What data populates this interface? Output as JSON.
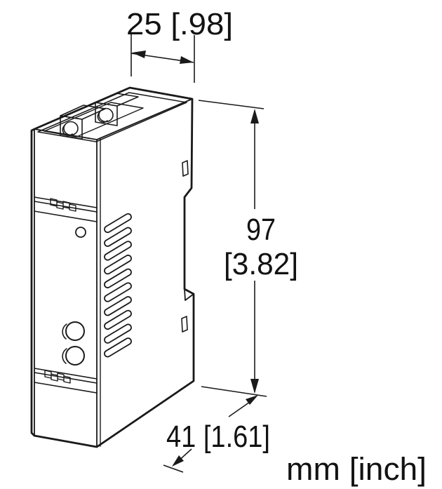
{
  "drawing": {
    "units_label": "mm [inch]",
    "dimensions": {
      "width": {
        "label": "25 [.98]",
        "mm": 25,
        "inch": 0.98
      },
      "height": {
        "mm_label": "97",
        "inch_label": "[3.82]",
        "mm": 97,
        "inch": 3.82
      },
      "depth": {
        "label": "41 [1.61]",
        "mm": 41,
        "inch": 1.61
      }
    },
    "device": {
      "description": "DIN-rail mount module, isometric outline drawing",
      "features": {
        "top_terminal_screws": 2,
        "front_indicator_led": 1,
        "front_knobs": 2,
        "side_vent_slots": 10,
        "front_label_bands": 2,
        "din_rail_latch": 1
      }
    },
    "colors": {
      "line": "#1a1a1a",
      "background": "#ffffff"
    }
  }
}
